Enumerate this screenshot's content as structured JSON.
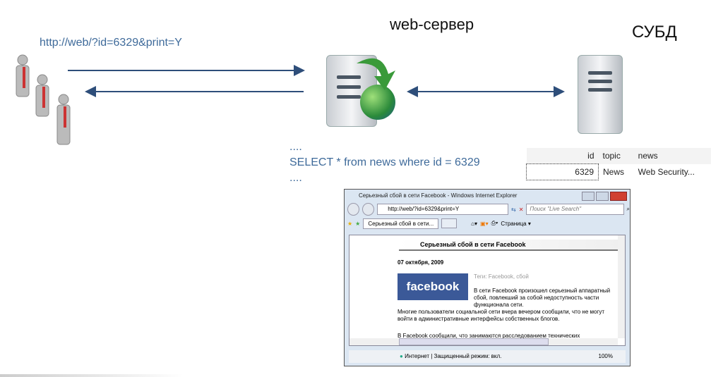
{
  "request_url": "http://web/?id=6329&print=Y",
  "web_server_label": "web-сервер",
  "dbms_label": "СУБД",
  "sql": {
    "ellipsis_top": "....",
    "query": "SELECT * from news where id = 6329",
    "ellipsis_bottom": "...."
  },
  "db_table": {
    "headers": [
      "id",
      "topic",
      "news"
    ],
    "row": [
      "6329",
      "News",
      "Web Security..."
    ]
  },
  "browser": {
    "title": "Серьезный сбой в сети Facebook - Windows Internet Explorer",
    "address": "http://web/?id=6329&print=Y",
    "search_placeholder": "Поиск \"Live Search\"",
    "tab": "Серьезный сбой в сети...",
    "page_menu": "Страница ▾",
    "article_title": "Серьезный сбой в сети Facebook",
    "date": "07 октября, 2009",
    "logo": "facebook",
    "tags": "Теги: Facebook, сбой",
    "para1a": "В сети Facebook произошел серьезный аппаратный сбой, повлекший за собой недоступность части функционала сети.",
    "para1b": "Многие пользователи социальной сети вчера вечером сообщили, что не могут войти в административные интерфейсы собственных блогов.",
    "para2": "В Facebook сообщили, что занимаются расследованием технических",
    "status": "Интернет | Защищенный режим: вкл.",
    "zoom": "100%"
  }
}
